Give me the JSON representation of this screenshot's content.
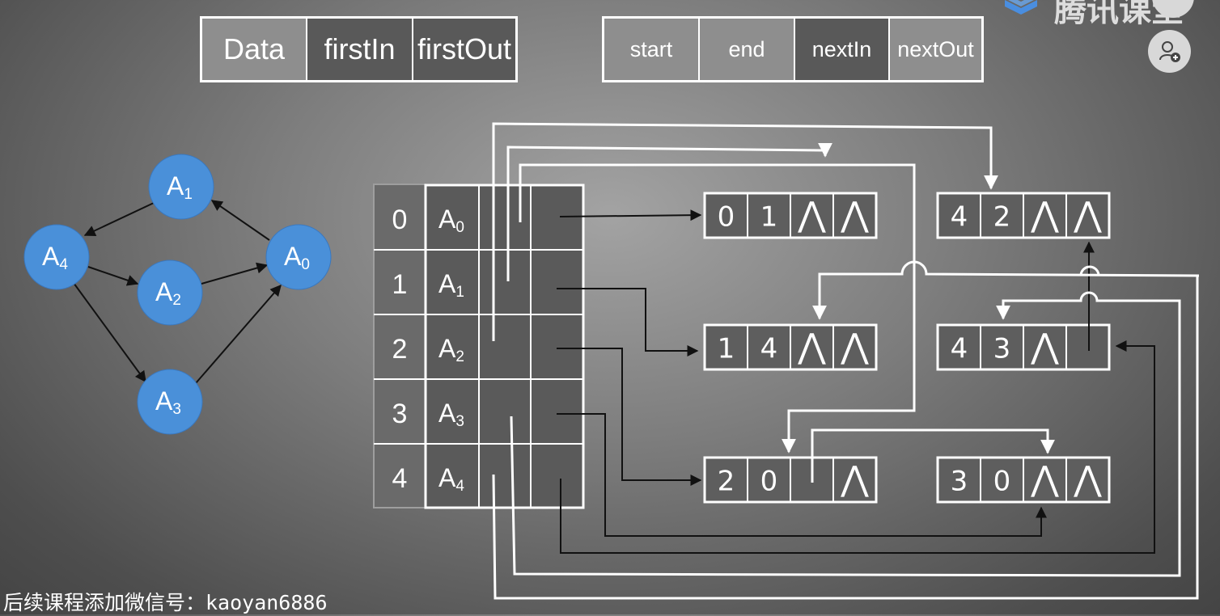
{
  "vertex_struct": {
    "fields": [
      "Data",
      "firstIn",
      "firstOut"
    ]
  },
  "edge_struct": {
    "fields": [
      "start",
      "end",
      "nextIn",
      "nextOut"
    ]
  },
  "graph": {
    "nodes": [
      {
        "id": "A1",
        "letter": "A",
        "sub": "1"
      },
      {
        "id": "A4",
        "letter": "A",
        "sub": "4"
      },
      {
        "id": "A2",
        "letter": "A",
        "sub": "2"
      },
      {
        "id": "A0",
        "letter": "A",
        "sub": "0"
      },
      {
        "id": "A3",
        "letter": "A",
        "sub": "3"
      }
    ],
    "edges": [
      [
        "A1",
        "A4"
      ],
      [
        "A0",
        "A1"
      ],
      [
        "A4",
        "A2"
      ],
      [
        "A2",
        "A0"
      ],
      [
        "A4",
        "A3"
      ],
      [
        "A3",
        "A0"
      ]
    ],
    "node_color": "#4a90d9"
  },
  "table": {
    "rows": [
      {
        "index": "0",
        "letter": "A",
        "sub": "0"
      },
      {
        "index": "1",
        "letter": "A",
        "sub": "1"
      },
      {
        "index": "2",
        "letter": "A",
        "sub": "2"
      },
      {
        "index": "3",
        "letter": "A",
        "sub": "3"
      },
      {
        "index": "4",
        "letter": "A",
        "sub": "4"
      }
    ]
  },
  "edge_nodes": [
    {
      "id": "e01",
      "cells": [
        "0",
        "1",
        "⋀",
        "⋀"
      ]
    },
    {
      "id": "e42",
      "cells": [
        "4",
        "2",
        "⋀",
        "⋀"
      ]
    },
    {
      "id": "e14",
      "cells": [
        "1",
        "4",
        "⋀",
        "⋀"
      ]
    },
    {
      "id": "e43",
      "cells": [
        "4",
        "3",
        "⋀",
        ""
      ]
    },
    {
      "id": "e20",
      "cells": [
        "2",
        "0",
        "",
        "⋀"
      ]
    },
    {
      "id": "e30",
      "cells": [
        "3",
        "0",
        "⋀",
        "⋀"
      ]
    }
  ],
  "watermark": "后续课程添加微信号：kaoyan6886",
  "brand_partial": "腾讯课堂",
  "icons": [
    "logo-icon",
    "add-user-icon"
  ]
}
